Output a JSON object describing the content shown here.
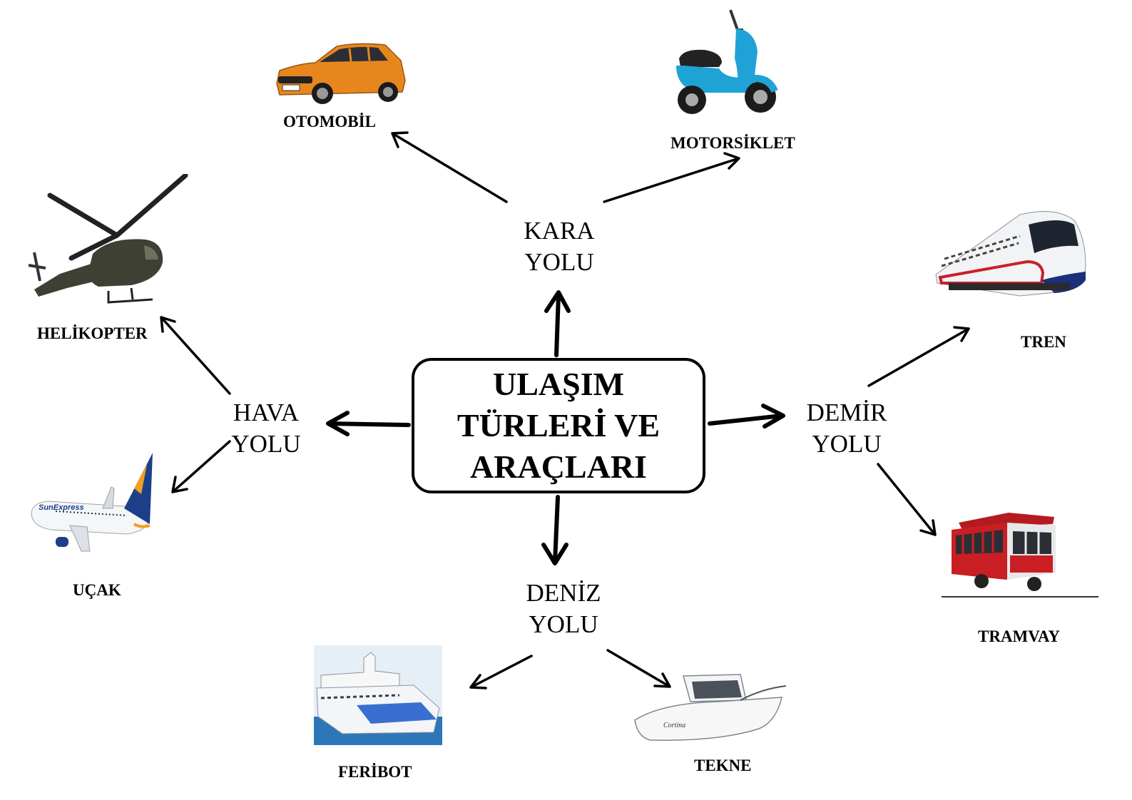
{
  "center": {
    "line1": "ULAŞIM",
    "line2": "TÜRLERİ VE",
    "line3": "ARAÇLARI"
  },
  "categories": {
    "kara": {
      "line1": "KARA",
      "line2": "YOLU"
    },
    "hava": {
      "line1": "HAVA",
      "line2": "YOLU"
    },
    "demir": {
      "line1": "DEMİR",
      "line2": "YOLU"
    },
    "deniz": {
      "line1": "DENİZ",
      "line2": "YOLU"
    }
  },
  "vehicles": {
    "otomobil": "OTOMOBİL",
    "motorsiklet": "MOTORSİKLET",
    "helikopter": "HELİKOPTER",
    "ucak": "UÇAK",
    "tren": "TREN",
    "tramvay": "TRAMVAY",
    "feribot": "FERİBOT",
    "tekne": "TEKNE"
  },
  "photo_text": {
    "airline_logo": "SunExpress",
    "boat_name": "Cortina"
  },
  "colors": {
    "car": "#e8861e",
    "scooter": "#1fa3d6",
    "helicopter": "#3e4034",
    "plane_tail": "#1c3f8a",
    "plane_stripe": "#f0a020",
    "train_stripe": "#c8202a",
    "train_nose": "#1b2f7a",
    "tram": "#c81e24",
    "ferry_sea": "#2c77b8",
    "ferry_deck": "#3a6fd1"
  }
}
